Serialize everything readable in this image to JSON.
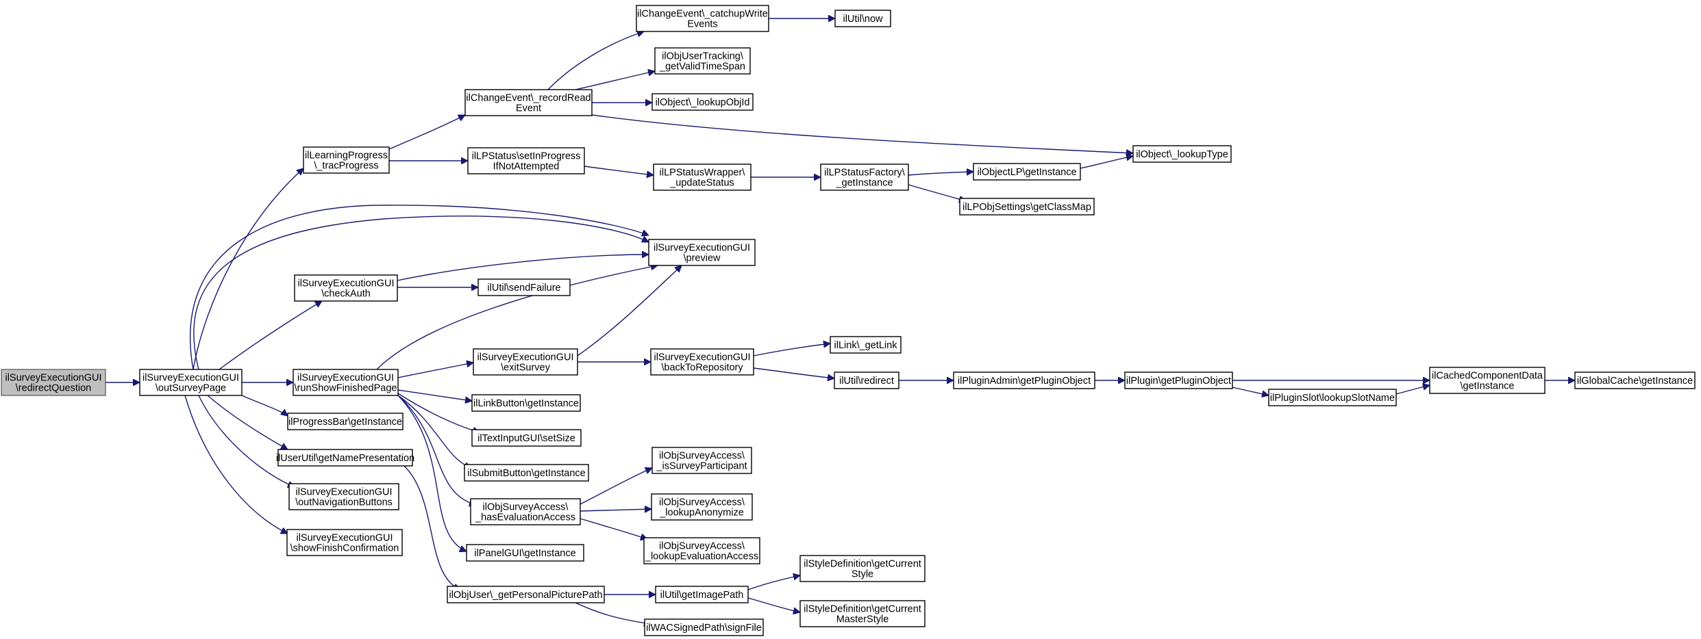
{
  "graph": {
    "type": "call-graph",
    "edge_color": "#191970",
    "root_fill": "#bfbfbf",
    "nodes": [
      {
        "id": "n0",
        "lines": [
          "ilSurveyExecutionGUI",
          "\\redirectQuestion"
        ],
        "root": true
      },
      {
        "id": "n1",
        "lines": [
          "ilSurveyExecutionGUI",
          "\\outSurveyPage"
        ]
      },
      {
        "id": "n2",
        "lines": [
          "ilLearningProgress",
          "\\_tracProgress"
        ]
      },
      {
        "id": "n3",
        "lines": [
          "ilChangeEvent\\_recordRead",
          "Event"
        ]
      },
      {
        "id": "n4",
        "lines": [
          "ilChangeEvent\\_catchupWrite",
          "Events"
        ]
      },
      {
        "id": "n5",
        "lines": [
          "ilUtil\\now"
        ]
      },
      {
        "id": "n6",
        "lines": [
          "ilObjUserTracking\\",
          "_getValidTimeSpan"
        ]
      },
      {
        "id": "n7",
        "lines": [
          "ilObject\\_lookupObjId"
        ]
      },
      {
        "id": "n8",
        "lines": [
          "ilObject\\_lookupType"
        ]
      },
      {
        "id": "n9",
        "lines": [
          "ilLPStatus\\setInProgress",
          "IfNotAttempted"
        ]
      },
      {
        "id": "n10",
        "lines": [
          "ilLPStatusWrapper\\",
          "_updateStatus"
        ]
      },
      {
        "id": "n11",
        "lines": [
          "ilLPStatusFactory\\",
          "_getInstance"
        ]
      },
      {
        "id": "n12",
        "lines": [
          "ilObjectLP\\getInstance"
        ]
      },
      {
        "id": "n13",
        "lines": [
          "ilLPObjSettings\\getClassMap"
        ]
      },
      {
        "id": "n14",
        "lines": [
          "ilSurveyExecutionGUI",
          "\\preview"
        ]
      },
      {
        "id": "n15",
        "lines": [
          "ilSurveyExecutionGUI",
          "\\checkAuth"
        ]
      },
      {
        "id": "n16",
        "lines": [
          "ilUtil\\sendFailure"
        ]
      },
      {
        "id": "n17",
        "lines": [
          "ilSurveyExecutionGUI",
          "\\runShowFinishedPage"
        ]
      },
      {
        "id": "n18",
        "lines": [
          "ilSurveyExecutionGUI",
          "\\exitSurvey"
        ]
      },
      {
        "id": "n19",
        "lines": [
          "ilSurveyExecutionGUI",
          "\\backToRepository"
        ]
      },
      {
        "id": "n20",
        "lines": [
          "ilLink\\_getLink"
        ]
      },
      {
        "id": "n21",
        "lines": [
          "ilUtil\\redirect"
        ]
      },
      {
        "id": "n22",
        "lines": [
          "ilPluginAdmin\\getPluginObject"
        ]
      },
      {
        "id": "n23",
        "lines": [
          "ilPlugin\\getPluginObject"
        ]
      },
      {
        "id": "n24",
        "lines": [
          "ilCachedComponentData",
          "\\getInstance"
        ]
      },
      {
        "id": "n25",
        "lines": [
          "ilGlobalCache\\getInstance"
        ]
      },
      {
        "id": "n26",
        "lines": [
          "ilPluginSlot\\lookupSlotName"
        ]
      },
      {
        "id": "n27",
        "lines": [
          "ilLinkButton\\getInstance"
        ]
      },
      {
        "id": "n28",
        "lines": [
          "ilTextInputGUI\\setSize"
        ]
      },
      {
        "id": "n29",
        "lines": [
          "ilSubmitButton\\getInstance"
        ]
      },
      {
        "id": "n30",
        "lines": [
          "ilObjSurveyAccess\\",
          "_hasEvaluationAccess"
        ]
      },
      {
        "id": "n31",
        "lines": [
          "ilObjSurveyAccess\\",
          "_isSurveyParticipant"
        ]
      },
      {
        "id": "n32",
        "lines": [
          "ilObjSurveyAccess\\",
          "_lookupAnonymize"
        ]
      },
      {
        "id": "n33",
        "lines": [
          "ilObjSurveyAccess\\",
          "_lookupEvaluationAccess"
        ]
      },
      {
        "id": "n34",
        "lines": [
          "ilPanelGUI\\getInstance"
        ]
      },
      {
        "id": "n35",
        "lines": [
          "ilProgressBar\\getInstance"
        ]
      },
      {
        "id": "n36",
        "lines": [
          "ilUserUtil\\getNamePresentation"
        ]
      },
      {
        "id": "n37",
        "lines": [
          "ilObjUser\\_getPersonalPicturePath"
        ]
      },
      {
        "id": "n38",
        "lines": [
          "ilUtil\\getImagePath"
        ]
      },
      {
        "id": "n39",
        "lines": [
          "ilStyleDefinition\\getCurrent",
          "Style"
        ]
      },
      {
        "id": "n40",
        "lines": [
          "ilStyleDefinition\\getCurrent",
          "MasterStyle"
        ]
      },
      {
        "id": "n41",
        "lines": [
          "ilWACSignedPath\\signFile"
        ]
      },
      {
        "id": "n42",
        "lines": [
          "ilSurveyExecutionGUI",
          "\\outNavigationButtons"
        ]
      },
      {
        "id": "n43",
        "lines": [
          "ilSurveyExecutionGUI",
          "\\showFinishConfirmation"
        ]
      }
    ]
  }
}
